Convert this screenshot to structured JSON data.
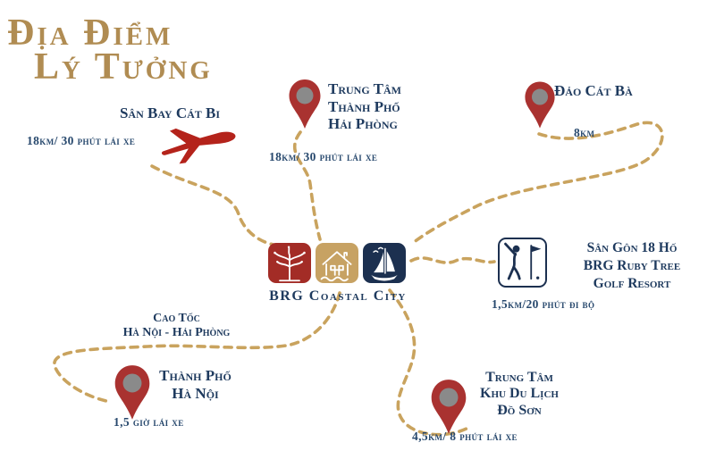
{
  "title": {
    "line1": "Địa Điểm",
    "line2": "Lý Tưởng"
  },
  "center_logo": {
    "name": "BRG Coastal City",
    "blocks": [
      {
        "icon": "tree",
        "color": "#a32c26"
      },
      {
        "icon": "house",
        "color": "#c7a263"
      },
      {
        "icon": "sailboat",
        "color": "#1c3050"
      }
    ]
  },
  "locations": {
    "cat_bi_airport": {
      "lines": [
        "Sân Bay Cát Bi"
      ],
      "distance": "18km/ 30 phút lái xe",
      "marker": "airplane"
    },
    "hai_phong_center": {
      "lines": [
        "Trung Tâm",
        "Thành Phố",
        "Hải Phòng"
      ],
      "distance": "18km/ 30 phút lái xe",
      "marker": "map-pin"
    },
    "cat_ba_island": {
      "lines": [
        "Đảo Cát Bà"
      ],
      "distance": "8km",
      "marker": "map-pin"
    },
    "golf_resort": {
      "lines": [
        "Sân Gôn 18 Hố",
        "BRG Ruby Tree",
        "Golf Resort"
      ],
      "distance": "1,5km/20 phút đi bộ",
      "marker": "golfer"
    },
    "expressway": {
      "lines": [
        "Cao Tốc",
        "Hà Nội - Hải Phòng"
      ],
      "distance": "",
      "marker": "route-label"
    },
    "ha_noi": {
      "lines": [
        "Thành Phố",
        "Hà Nội"
      ],
      "distance": "1,5 giờ lái xe",
      "marker": "map-pin"
    },
    "do_son": {
      "lines": [
        "Trung Tâm",
        "Khu Du Lịch",
        "Đồ Sơn"
      ],
      "distance": "4,5km/ 8 phút lái xe",
      "marker": "map-pin"
    }
  },
  "colors": {
    "title_gold": "#b08c52",
    "navy_text": "#1e3a5e",
    "route_gold": "#c9a35e",
    "pin_red": "#a93230",
    "pin_inner_gray": "#8a8a8a",
    "plane_red": "#b4231b"
  }
}
